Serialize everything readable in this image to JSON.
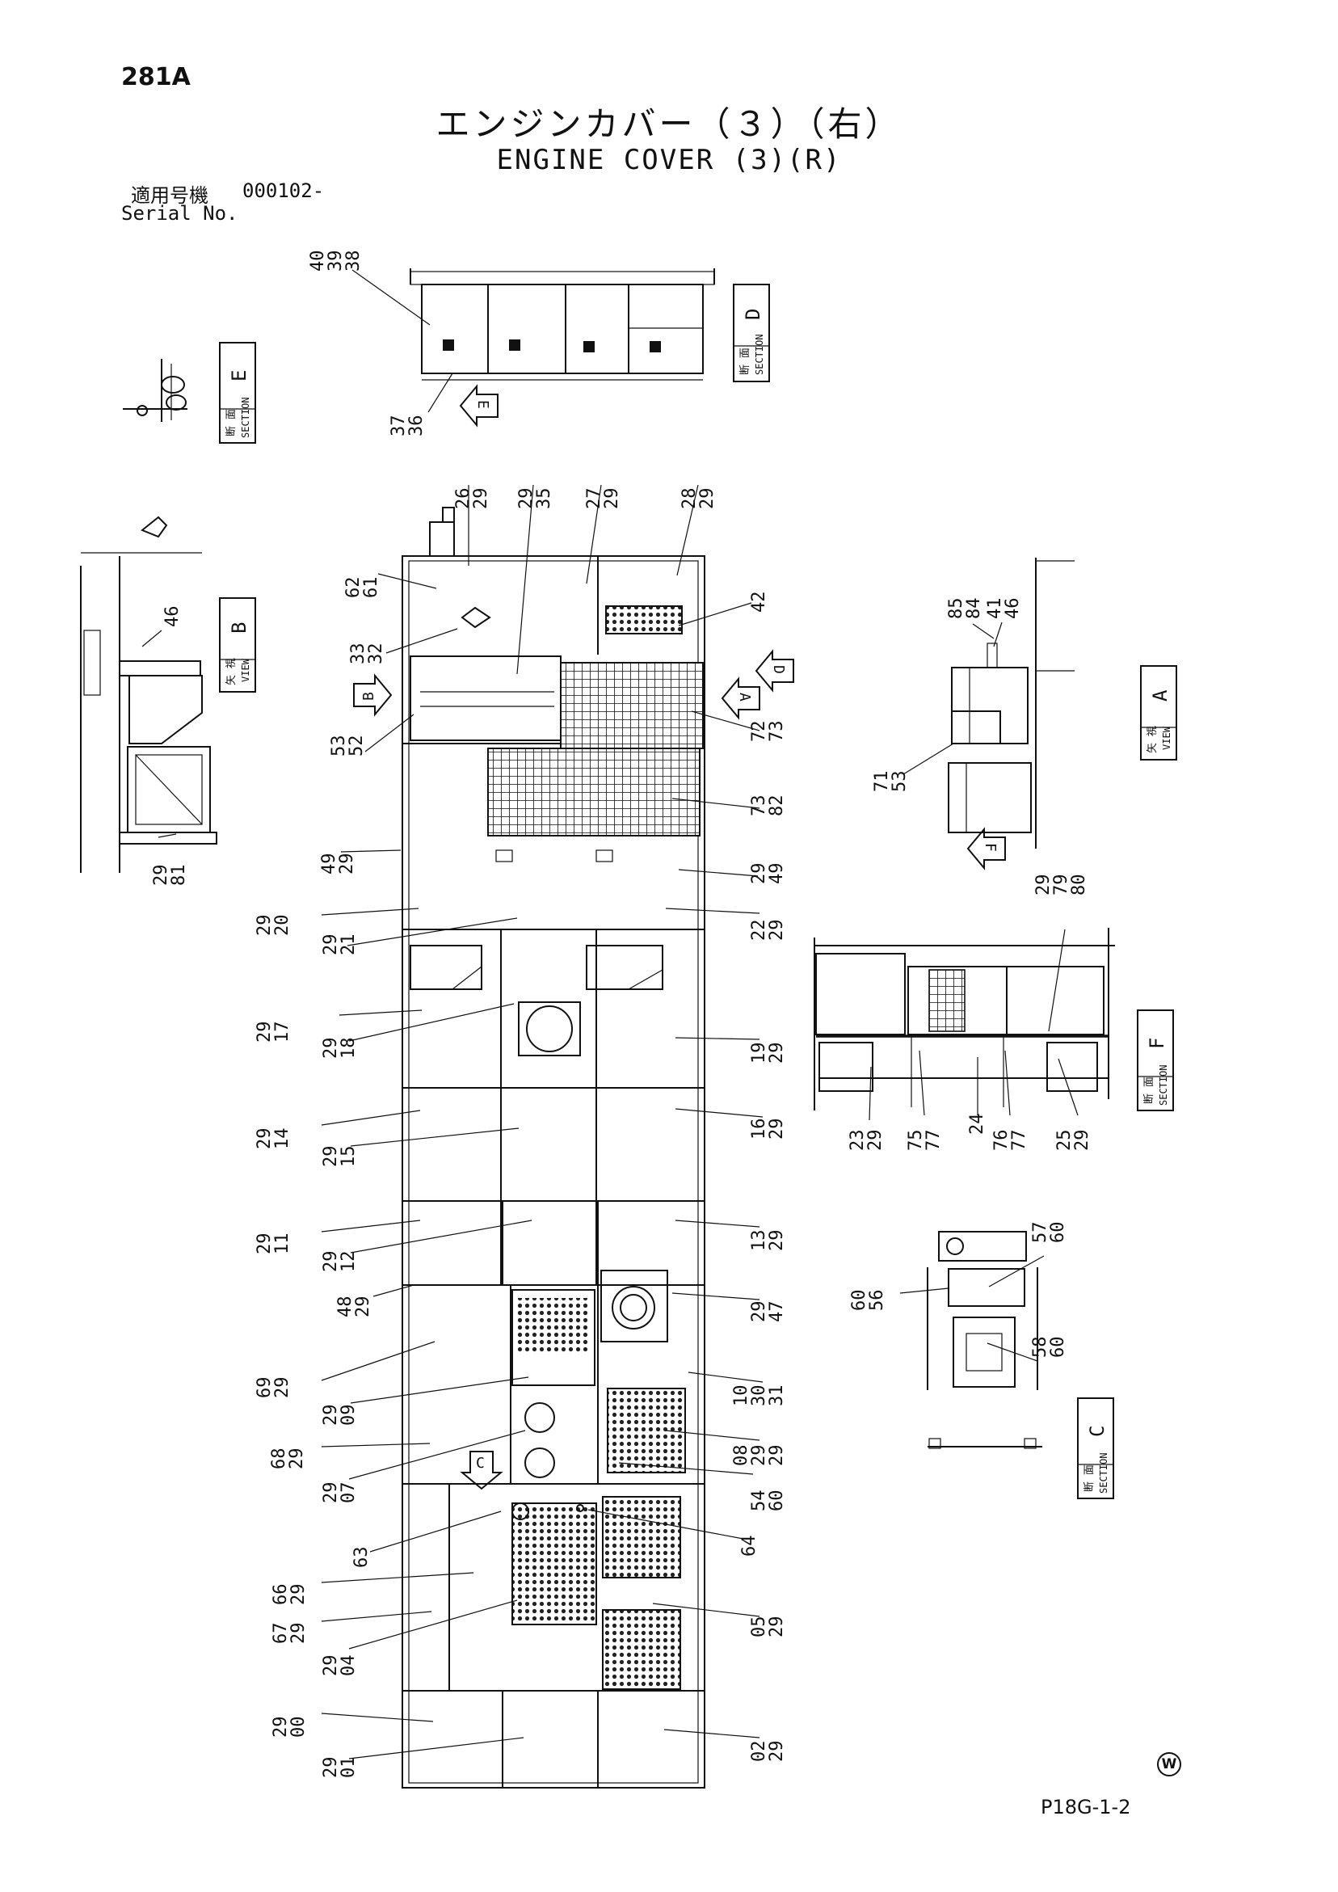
{
  "header": {
    "page_number": "281A",
    "title_ja": "エンジンカバー（３）（右）",
    "title_en": "ENGINE COVER (3)(R)",
    "serial_label_ja": "適用号機",
    "serial_value": "000102-",
    "serial_label_en": "Serial No."
  },
  "footer": {
    "page_code": "P18G-1-2",
    "w_mark": "W"
  },
  "views": {
    "section_d": {
      "ja": "断 面",
      "en": "SECTION",
      "letter": "D"
    },
    "section_e": {
      "ja": "断 面",
      "en": "SECTION",
      "letter": "E"
    },
    "view_b": {
      "ja": "矢 視",
      "en": "VIEW",
      "letter": "B"
    },
    "view_a": {
      "ja": "矢 視",
      "en": "VIEW",
      "letter": "A"
    },
    "section_f": {
      "ja": "断 面",
      "en": "SECTION",
      "letter": "F"
    },
    "section_c": {
      "ja": "断 面",
      "en": "SECTION",
      "letter": "C"
    }
  },
  "arrows": {
    "e": "E",
    "b": "B",
    "d": "D",
    "a": "A",
    "f": "F",
    "c": "C"
  },
  "callouts": {
    "c_40_39_38": [
      "40",
      "39",
      "38"
    ],
    "c_37_36": [
      "37",
      "36"
    ],
    "c_29_81": [
      "29",
      "81"
    ],
    "c_46_b": [
      "46"
    ],
    "c_26_29": [
      "26",
      "29"
    ],
    "c_29_35": [
      "29",
      "35"
    ],
    "c_27_29": [
      "27",
      "29"
    ],
    "c_28_29": [
      "28",
      "29"
    ],
    "c_62_61": [
      "62",
      "61"
    ],
    "c_33_32": [
      "33",
      "32"
    ],
    "c_42": [
      "42"
    ],
    "c_53_52": [
      "53",
      "52"
    ],
    "c_72_73": [
      "72",
      "73"
    ],
    "c_73_82": [
      "73",
      "82"
    ],
    "c_49_29_l": [
      "49",
      "29"
    ],
    "c_29_49_r": [
      "29",
      "49"
    ],
    "c_29_20": [
      "29",
      "20"
    ],
    "c_29_21": [
      "29",
      "21"
    ],
    "c_22_29": [
      "22",
      "29"
    ],
    "c_29_17": [
      "29",
      "17"
    ],
    "c_29_18": [
      "29",
      "18"
    ],
    "c_19_29": [
      "19",
      "29"
    ],
    "c_29_14": [
      "29",
      "14"
    ],
    "c_29_15": [
      "29",
      "15"
    ],
    "c_16_29": [
      "16",
      "29"
    ],
    "c_29_11": [
      "29",
      "11"
    ],
    "c_29_12": [
      "29",
      "12"
    ],
    "c_13_29": [
      "13",
      "29"
    ],
    "c_48_29": [
      "48",
      "29"
    ],
    "c_29_47": [
      "29",
      "47"
    ],
    "c_69_29": [
      "69",
      "29"
    ],
    "c_10_30_31": [
      "10",
      "30",
      "31"
    ],
    "c_29_09": [
      "29",
      "09"
    ],
    "c_68_29": [
      "68",
      "29"
    ],
    "c_08_29_29": [
      "08",
      "29",
      "29"
    ],
    "c_29_07": [
      "29",
      "07"
    ],
    "c_54_60": [
      "54",
      "60"
    ],
    "c_63": [
      "63"
    ],
    "c_64": [
      "64"
    ],
    "c_66_29": [
      "66",
      "29"
    ],
    "c_67_29": [
      "67",
      "29"
    ],
    "c_29_04": [
      "29",
      "04"
    ],
    "c_05_29": [
      "05",
      "29"
    ],
    "c_29_00": [
      "29",
      "00"
    ],
    "c_02_29": [
      "02",
      "29"
    ],
    "c_29_01": [
      "29",
      "01"
    ],
    "c_85_84": [
      "85",
      "84"
    ],
    "c_41_46": [
      "41",
      "46"
    ],
    "c_71_53": [
      "71",
      "53"
    ],
    "c_29_79_80": [
      "29",
      "79",
      "80"
    ],
    "c_23_29": [
      "23",
      "29"
    ],
    "c_75_77": [
      "75",
      "77"
    ],
    "c_24": [
      "24"
    ],
    "c_76_77": [
      "76",
      "77"
    ],
    "c_25_29": [
      "25",
      "29"
    ],
    "c_57_60": [
      "57",
      "60"
    ],
    "c_60_56": [
      "60",
      "56"
    ],
    "c_58_60": [
      "58",
      "60"
    ]
  }
}
